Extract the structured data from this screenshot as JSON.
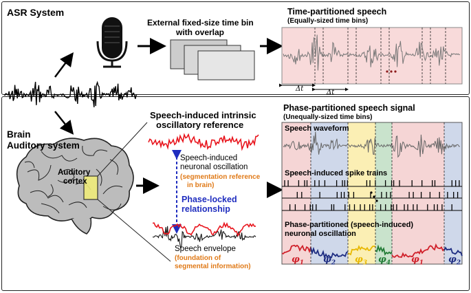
{
  "asr": {
    "title": "ASR System",
    "bin_label_line1": "External fixed-size time bin",
    "bin_label_line2": "with overlap",
    "time_part_title": "Time-partitioned speech",
    "time_part_sub": "(Equally-sized time bins)",
    "delta_t": "Δt",
    "dots": "• • •"
  },
  "brain": {
    "title_line1": "Brain",
    "title_line2": "Auditory system",
    "cortex_line1": "Auditory",
    "cortex_line2": "cortex",
    "osc_ref_line1": "Speech-induced intrinsic",
    "osc_ref_line2": "oscillatory reference",
    "neuronal_line1": "Speech-induced",
    "neuronal_line2": "neuronal oscillation",
    "seg_ref_line1": "(segmentation reference",
    "seg_ref_line2": "in brain)",
    "phase_locked_line1": "Phase-locked",
    "phase_locked_line2": "relationship",
    "envelope": "Speech envelope",
    "foundation_line1": "(foundation of",
    "foundation_line2": "segmental information)"
  },
  "phase_panel": {
    "title": "Phase-partitioned speech signal",
    "sub": "(Unequally-sized time bins)",
    "waveform": "Speech waveform",
    "spikes": "Speech-induced spike trains",
    "osc_line1": "Phase-partitioned (speech-induced)",
    "osc_line2": "neuronal oscillation",
    "phases": [
      {
        "label": "φ",
        "sub": "1",
        "color": "#d0202a"
      },
      {
        "label": "φ",
        "sub": "2",
        "color": "#1c2b80"
      },
      {
        "label": "φ",
        "sub": "3",
        "color": "#e8b800"
      },
      {
        "label": "φ",
        "sub": "4",
        "color": "#1f7a33"
      },
      {
        "label": "φ",
        "sub": "1",
        "color": "#d0202a"
      },
      {
        "label": "φ",
        "sub": "2",
        "color": "#1c2b80"
      }
    ]
  },
  "colors": {
    "pink_bg": "#f5d5d5",
    "blue_bg": "#cfd8ea",
    "yellow_bg": "#fbefb4",
    "green_bg": "#c9e3cc",
    "red": "#e8141c",
    "orange": "#e07a18",
    "blue_text": "#1f2dbf"
  }
}
